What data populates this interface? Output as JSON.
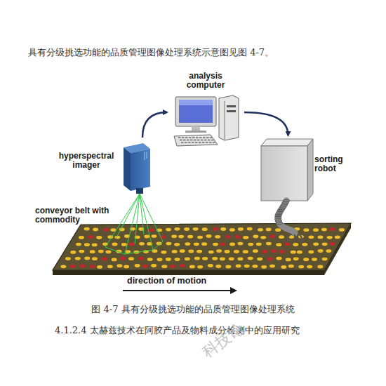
{
  "diagram": {
    "caption": "图 4-7 具有分级挑选功能的品质管理图像处理系统",
    "nodes": [
      {
        "text": [
          "hyperspectral imager"
        ]
      },
      {
        "text": [
          "analysis computer"
        ]
      },
      {
        "text": [
          "sorting robot"
        ]
      },
      {
        "text": [
          "conveyor belt with commodity"
        ]
      }
    ],
    "edges": [
      {
        "from": 0,
        "to": 1,
        "arrow": "to"
      },
      {
        "from": 1,
        "to": 2,
        "arrow": "to"
      }
    ],
    "labels": [
      "具有分级挑选功能的品质管理图像处理系统示意图见图 4-7。",
      "direction of motion",
      "4.1.2.4 太赫兹技术在阿胶产品及物料成分检测中的应用研究",
      "科技论"
    ]
  }
}
